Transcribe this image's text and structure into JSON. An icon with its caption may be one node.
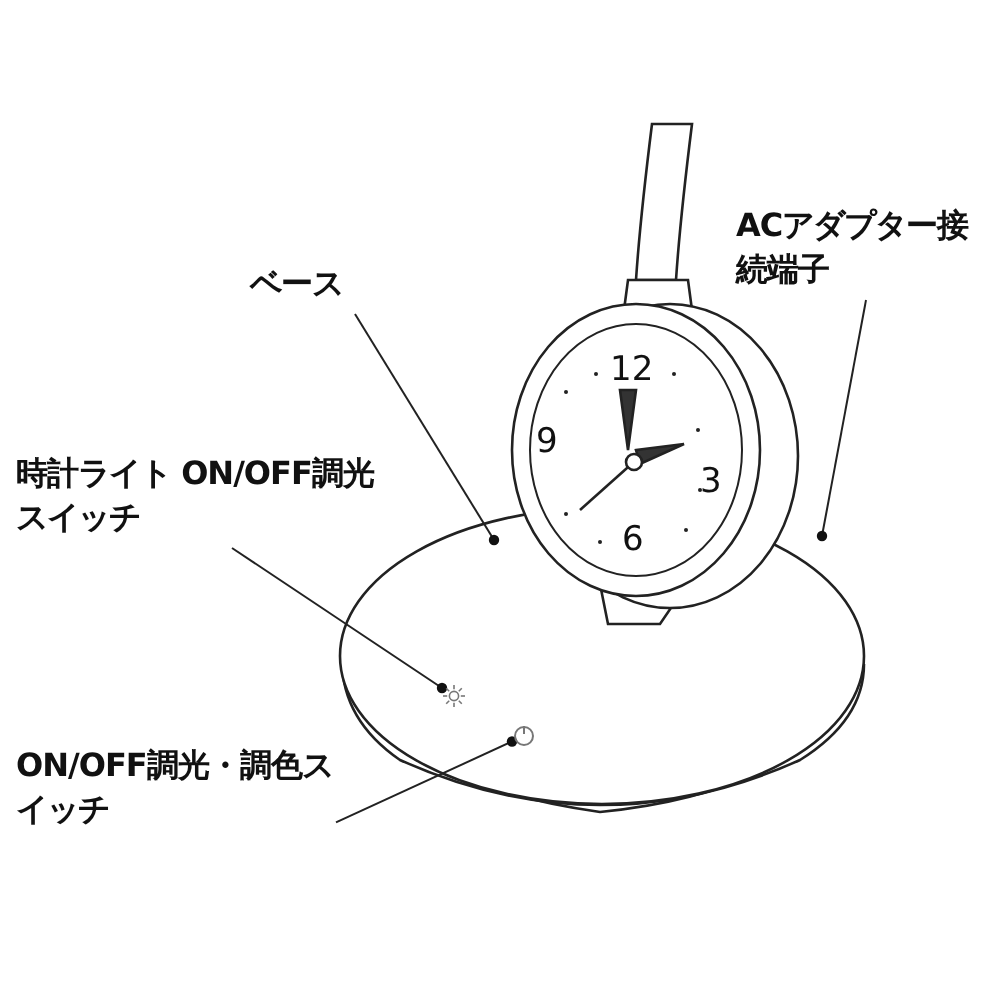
{
  "diagram": {
    "nodes": [
      {
        "text": [
          "ベース"
        ]
      },
      {
        "text": [
          "ACアダプター接続端子"
        ]
      },
      {
        "text": [
          "時計ライト ON/OFF調光スイッチ"
        ]
      },
      {
        "text": [
          "ON/OFF調光・調色スイッチ"
        ]
      },
      {
        "text": [],
        "shape": "sun"
      },
      {
        "text": [],
        "shape": "circle"
      }
    ],
    "edges": [
      {
        "from": 0,
        "to": null,
        "arrow": "other"
      },
      {
        "from": 1,
        "to": null,
        "arrow": "other"
      },
      {
        "from": 2,
        "to": 4,
        "arrow": "other"
      },
      {
        "from": 3,
        "to": 5,
        "arrow": "other"
      }
    ],
    "labels": [
      "12",
      "9",
      "3",
      "6"
    ]
  }
}
